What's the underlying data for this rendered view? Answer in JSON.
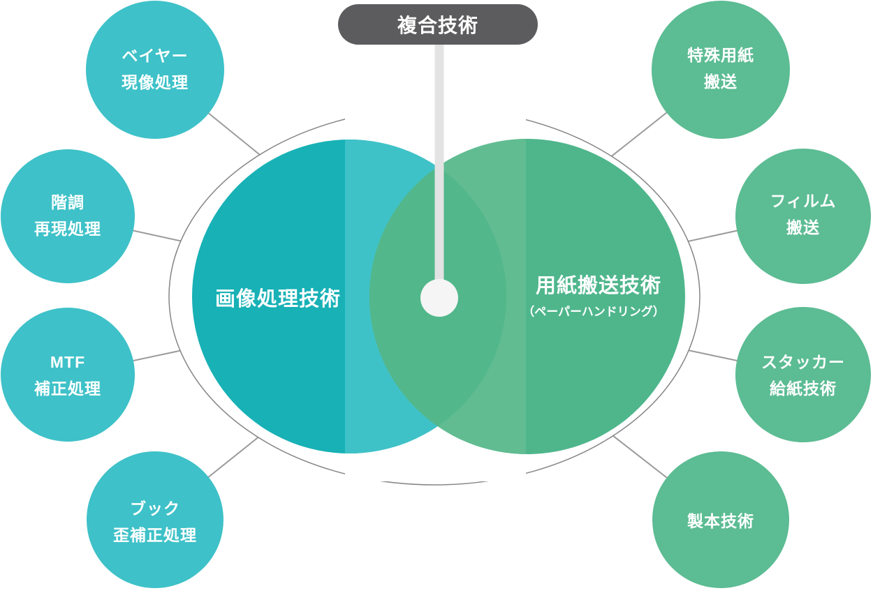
{
  "diagram": {
    "badge": {
      "label": "複合技術"
    },
    "left_circle": {
      "label": "画像処理技術"
    },
    "right_circle": {
      "label": "用紙搬送技術",
      "sublabel": "（ペーパーハンドリング）"
    },
    "left_nodes": [
      {
        "id": "bayer-development",
        "lines": [
          "ベイヤー",
          "現像処理"
        ]
      },
      {
        "id": "gradation-reproduction",
        "lines": [
          "階調",
          "再現処理"
        ]
      },
      {
        "id": "mtf-correction",
        "lines": [
          "MTF",
          "補正処理"
        ]
      },
      {
        "id": "book-distortion",
        "lines": [
          "ブック",
          "歪補正処理"
        ]
      }
    ],
    "right_nodes": [
      {
        "id": "special-paper-transport",
        "lines": [
          "特殊用紙",
          "搬送"
        ]
      },
      {
        "id": "film-transport",
        "lines": [
          "フィルム",
          "搬送"
        ]
      },
      {
        "id": "stacker-feeding",
        "lines": [
          "スタッカー",
          "給紙技術"
        ]
      },
      {
        "id": "bookbinding",
        "lines": [
          "製本技術"
        ]
      }
    ],
    "colors": {
      "teal_main": "#17B1B6",
      "teal_panel": "#3FC2C7",
      "green_main": "#4FB68C",
      "green_panel": "#61BC92",
      "overlap": "#52B78B",
      "node_teal": "#3EC1C8",
      "node_green": "#5CBC93",
      "badge_bg": "#5C5C5E",
      "stem": "#E3E3E3",
      "dot": "#F5F5F5",
      "ring_fill": "#FFFFFF",
      "ring_stroke": "#858585",
      "panel_fill": "#FFFFFF",
      "connector": "#9A9A9A",
      "text": "#FFFFFF"
    }
  }
}
